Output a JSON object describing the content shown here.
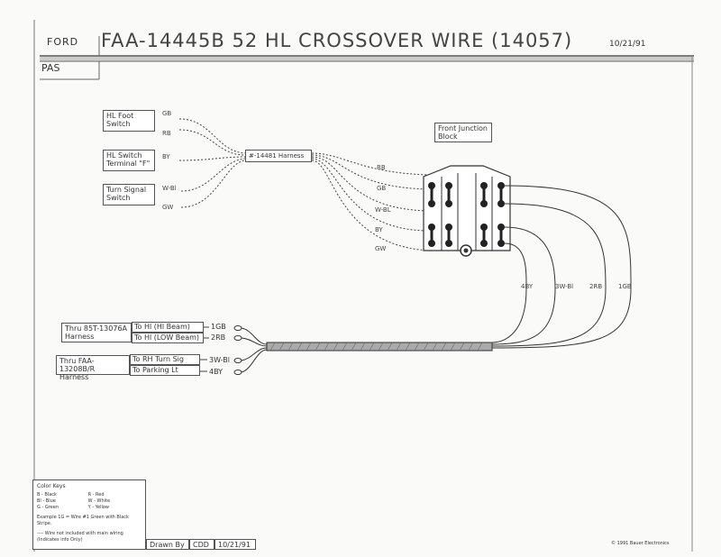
{
  "header": {
    "brand": "FORD",
    "title": "FAA-14445B 52 HL CROSSOVER WIRE (14057)",
    "date": "10/21/91",
    "subheader": "PAS"
  },
  "components": {
    "hl_foot_switch": "HL Foot Switch",
    "hl_switch_terminal": "HL Switch Terminal \"F\"",
    "turn_signal_switch": "Turn Signal Switch",
    "harness_14481": "#-14481 Harness",
    "front_junction_block": "Front Junction Block"
  },
  "wire_labels": {
    "gb": "GB",
    "rb": "RB",
    "by": "BY",
    "wbl": "W-Bl",
    "gw": "GW",
    "rb_right": "RB",
    "gb_right": "GB",
    "wbl_right": "W-BL",
    "by_right": "BY",
    "gw_right": "GW",
    "v_4by": "4BY",
    "v_3wbl": "3W-Bl",
    "v_2rb": "2RB",
    "v_1gb": "1GB"
  },
  "harness_groups": [
    {
      "label": "Thru 85T-13076A Harness",
      "rows": [
        {
          "dest": "To Hl (Hl Beam)",
          "wire": "1GB"
        },
        {
          "dest": "To Hl (LOW Beam)",
          "wire": "2RB"
        }
      ]
    },
    {
      "label": "Thru FAA-13208B/R Harness",
      "rows": [
        {
          "dest": "To RH Turn Sig",
          "wire": "3W-Bl"
        },
        {
          "dest": "To Parking Lt",
          "wire": "4BY"
        }
      ]
    }
  ],
  "legend": {
    "title": "Color Keys",
    "left": [
      "B - Black",
      "Bl - Blue",
      "G - Green"
    ],
    "right": [
      "R - Red",
      "W - White",
      "Y - Yellow"
    ],
    "example": "Example 1G = Wire #1 Green with Black Stripe.",
    "note": "---- Wire not included with main wiring (Indicates info Only)"
  },
  "footer": {
    "drawn_by_label": "Drawn By",
    "drawn_by_value": "CDD",
    "drawn_date": "10/21/91",
    "copyright": "© 1991 Bauer Electronics"
  },
  "colors": {
    "line": "#444444",
    "border": "#555555"
  }
}
